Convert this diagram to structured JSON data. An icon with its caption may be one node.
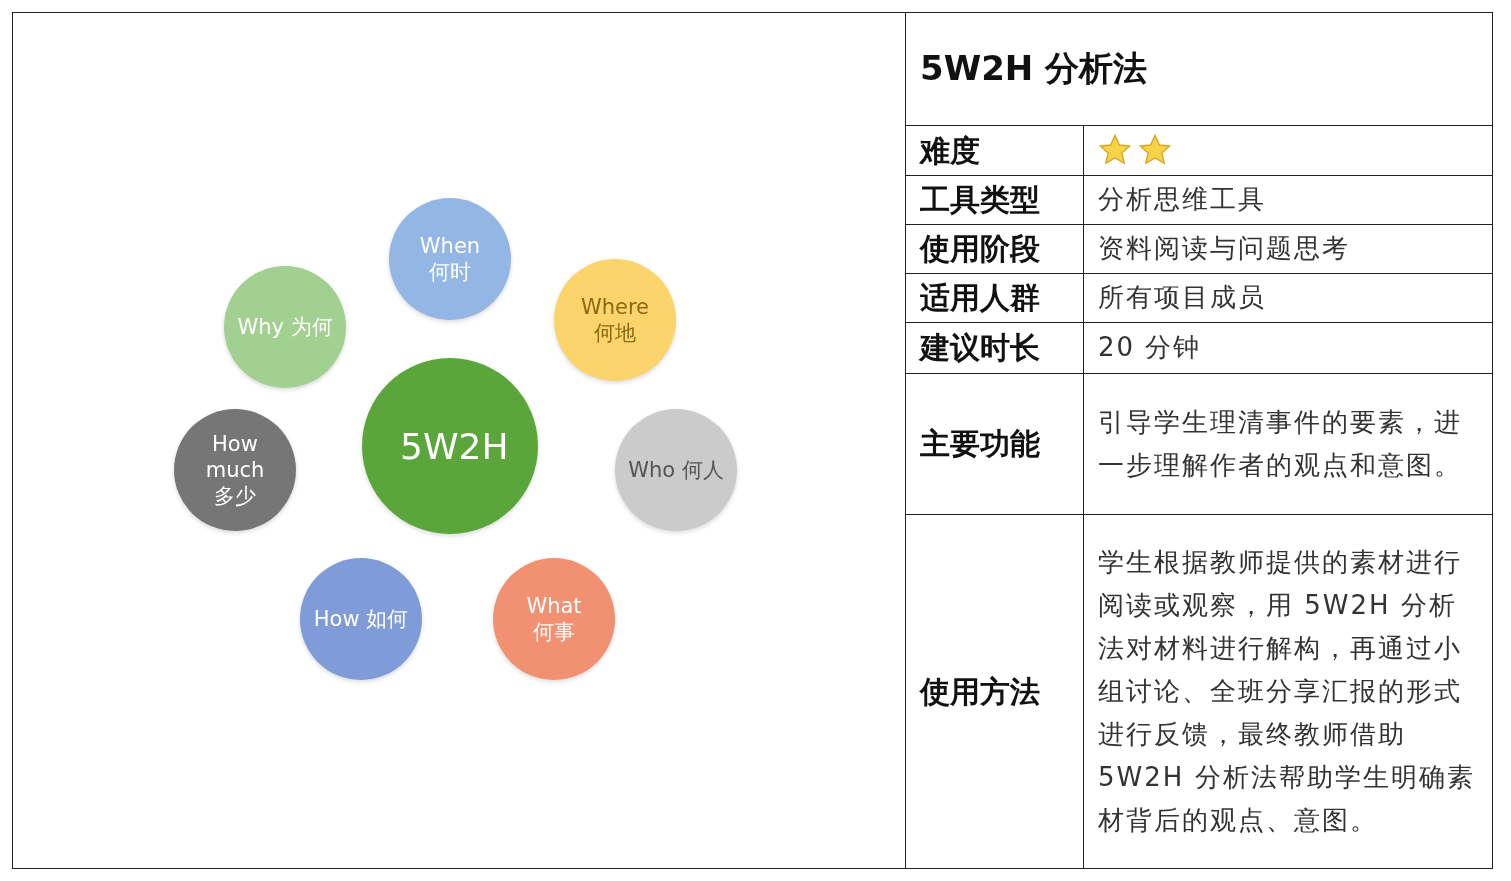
{
  "diagram": {
    "nodes": [
      {
        "text": [
          "When 何时"
        ]
      },
      {
        "text": [
          "Where 何地"
        ]
      },
      {
        "text": [
          "Why 为何"
        ]
      },
      {
        "text": [
          "5W2H"
        ]
      },
      {
        "text": [
          "How much 多少"
        ]
      },
      {
        "text": [
          "Who 何人"
        ]
      },
      {
        "text": [
          "How 如何"
        ]
      },
      {
        "text": [
          "What 何事"
        ]
      }
    ],
    "labels": [
      "5W2H 分析法",
      "难度",
      "工具类型",
      "分析思维工具",
      "使用阶段",
      "资料阅读与问题思考",
      "适用人群",
      "所有项目成员",
      "建议时长",
      "20 分钟",
      "主要功能",
      "引导学生理清事件的要素，进一步理解作者的观点和意图。",
      "使用方法",
      "学生根据教师提供的素材进行阅读或观察，用 5W2H 分析法对材料进行解构，再通过小组讨论、全班分享汇报的形式进行反馈，最终教师借助 5W2H 分析法帮助学生明确素材背后的观点、意图。"
    ]
  }
}
